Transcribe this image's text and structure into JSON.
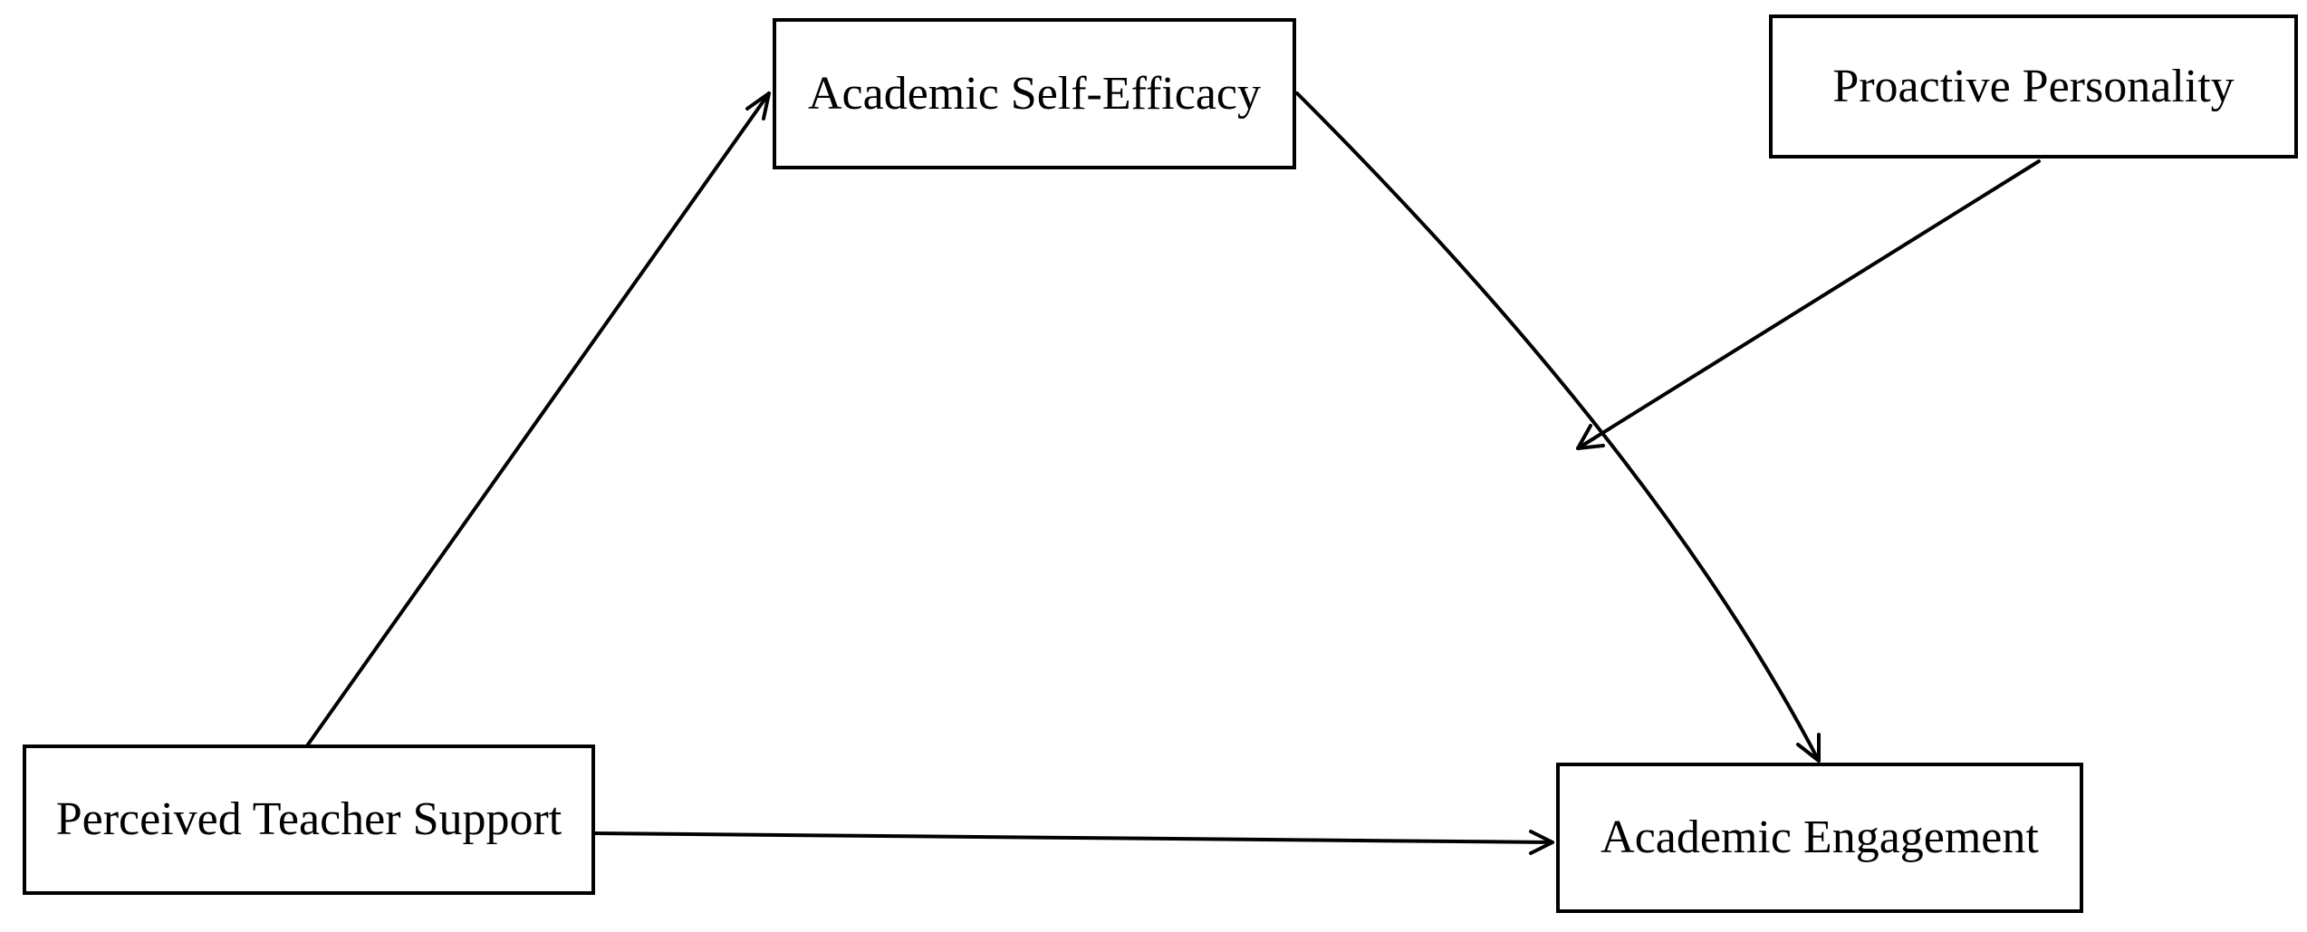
{
  "nodes": {
    "academic_self_efficacy": "Academic Self-Efficacy",
    "proactive_personality": "Proactive Personality",
    "perceived_teacher_support": "Perceived Teacher Support",
    "academic_engagement": "Academic Engagement"
  },
  "edges": [
    {
      "from": "perceived_teacher_support",
      "to": "academic_self_efficacy"
    },
    {
      "from": "academic_self_efficacy",
      "to": "academic_engagement"
    },
    {
      "from": "perceived_teacher_support",
      "to": "academic_engagement"
    },
    {
      "from": "proactive_personality",
      "to": "path: academic_self_efficacy -> academic_engagement"
    }
  ],
  "colors": {
    "line": "#000000",
    "background": "#ffffff"
  }
}
